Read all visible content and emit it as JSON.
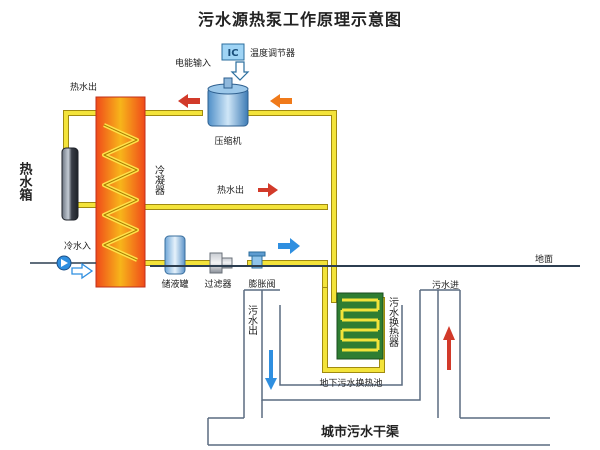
{
  "title": "污水源热泵工作原理示意图",
  "labels": {
    "controller": "IC",
    "temp_regulator": "温度调节器",
    "power_input": "电能输入",
    "hot_water_out_top": "热水出",
    "hot_water_out_mid": "热水出",
    "cold_water_in": "冷水入",
    "compressor": "压缩机",
    "hot_water_tank": "热水箱",
    "condenser": "冷凝器",
    "receiver": "储液罐",
    "filter": "过滤器",
    "expansion_valve": "膨胀阀",
    "evaporator": "污水换热器",
    "ground": "地面",
    "sewage_in": "污水进",
    "sewage_out": "污水出",
    "pool": "地下污水换热池",
    "trunk_channel": "城市污水干渠"
  },
  "colors": {
    "pipe": "#f3e33a",
    "pipe_edge": "#a08a10",
    "condenser_hot": "#f04a1a",
    "condenser_warm": "#f7b51a",
    "coil": "#ffe24a",
    "arrow_red": "#d23a2a",
    "arrow_orange": "#f07a1a",
    "arrow_blue": "#2f8fe0",
    "ground_line": "#2c3e50",
    "channel": "#5a6b80",
    "evap_green": "#2e7d32",
    "tank_dark": "#3a3f48"
  },
  "icons": {
    "arrow_hot_left": "arrow-left",
    "arrow_hot_right": "arrow-right",
    "arrow_cold_in": "arrow-right-outline",
    "arrow_flow_right": "arrow-right",
    "arrow_sewage_down": "arrow-down",
    "arrow_sewage_up": "arrow-up",
    "pump": "pump-icon",
    "power_arrow": "arrow-down-outline"
  }
}
